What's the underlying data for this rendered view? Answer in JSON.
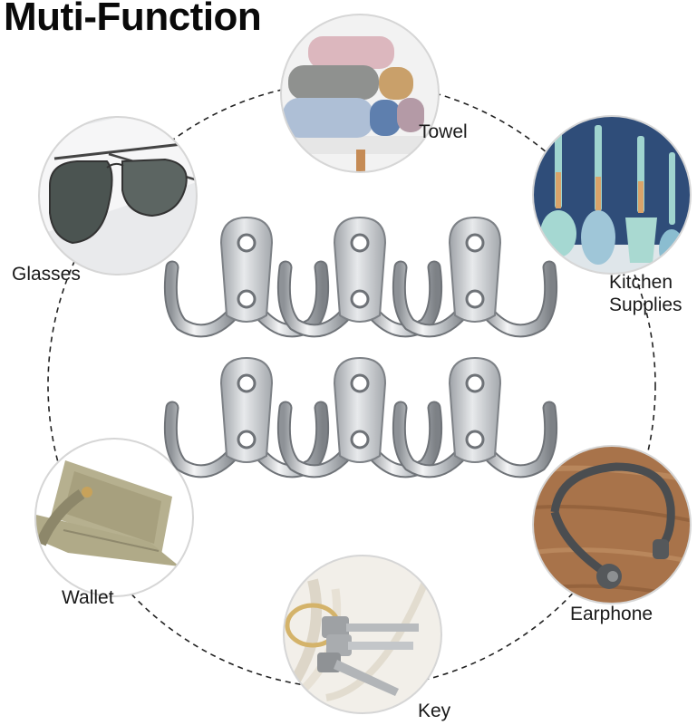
{
  "title": "Muti-Function",
  "uses": [
    {
      "label": "Towel",
      "icon": "towel-icon"
    },
    {
      "label": "Glasses",
      "icon": "glasses-icon"
    },
    {
      "label": "Kitchen\nSupplies",
      "icon": "kitchen-utensils-icon"
    },
    {
      "label": "Wallet",
      "icon": "wallet-icon"
    },
    {
      "label": "Earphone",
      "icon": "earphone-icon"
    },
    {
      "label": "Key",
      "icon": "keys-icon"
    }
  ],
  "product": {
    "name": "double-prong-coat-hook",
    "rows": 2,
    "per_row": 3,
    "finish": "silver"
  },
  "colors": {
    "title": "#0a0a0a",
    "circle_border": "#cfcfcf",
    "dashed_ring": "#222222",
    "hook_metal": "#c9ccd0"
  }
}
